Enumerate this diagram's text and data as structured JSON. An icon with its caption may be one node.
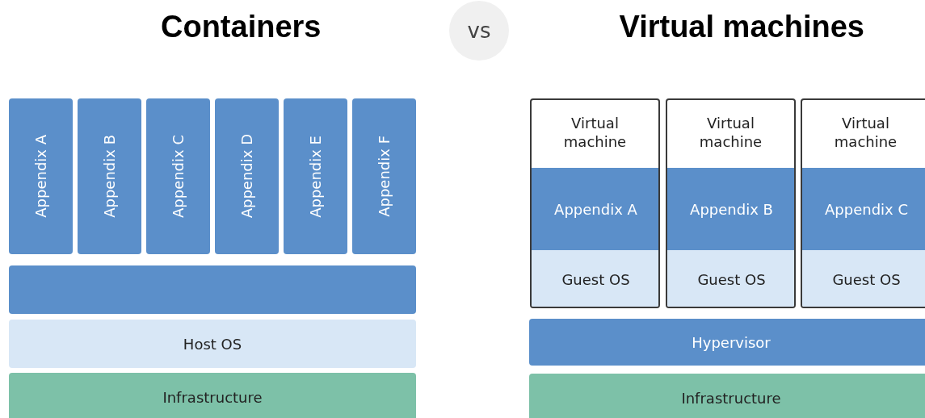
{
  "diagram": {
    "nodes": [
      {
        "text": [
          "vs"
        ]
      },
      {
        "text": [
          "Appendix A"
        ]
      },
      {
        "text": [
          "Appendix B"
        ]
      },
      {
        "text": [
          "Appendix C"
        ]
      },
      {
        "text": [
          "Appendix D"
        ]
      },
      {
        "text": [
          "Appendix E"
        ]
      },
      {
        "text": [
          "Appendix F"
        ]
      },
      {
        "text": [],
        "shape": "bar"
      },
      {
        "text": [
          "Host OS"
        ]
      },
      {
        "text": [
          "Infrastructure"
        ]
      },
      {
        "text": [
          "Virtual machine"
        ]
      },
      {
        "text": [
          "Appendix A"
        ],
        "in": 10
      },
      {
        "text": [
          "Guest OS"
        ],
        "in": 10
      },
      {
        "text": [
          "Virtual machine"
        ]
      },
      {
        "text": [
          "Appendix B"
        ],
        "in": 13
      },
      {
        "text": [
          "Guest OS"
        ],
        "in": 13
      },
      {
        "text": [
          "Virtual machine"
        ]
      },
      {
        "text": [
          "Appendix C"
        ],
        "in": 16
      },
      {
        "text": [
          "Guest OS"
        ],
        "in": 16
      },
      {
        "text": [
          "Hypervisor"
        ]
      },
      {
        "text": [
          "Infrastructure"
        ]
      }
    ],
    "edges": [],
    "labels": [
      "Containers",
      "Virtual machines"
    ]
  }
}
